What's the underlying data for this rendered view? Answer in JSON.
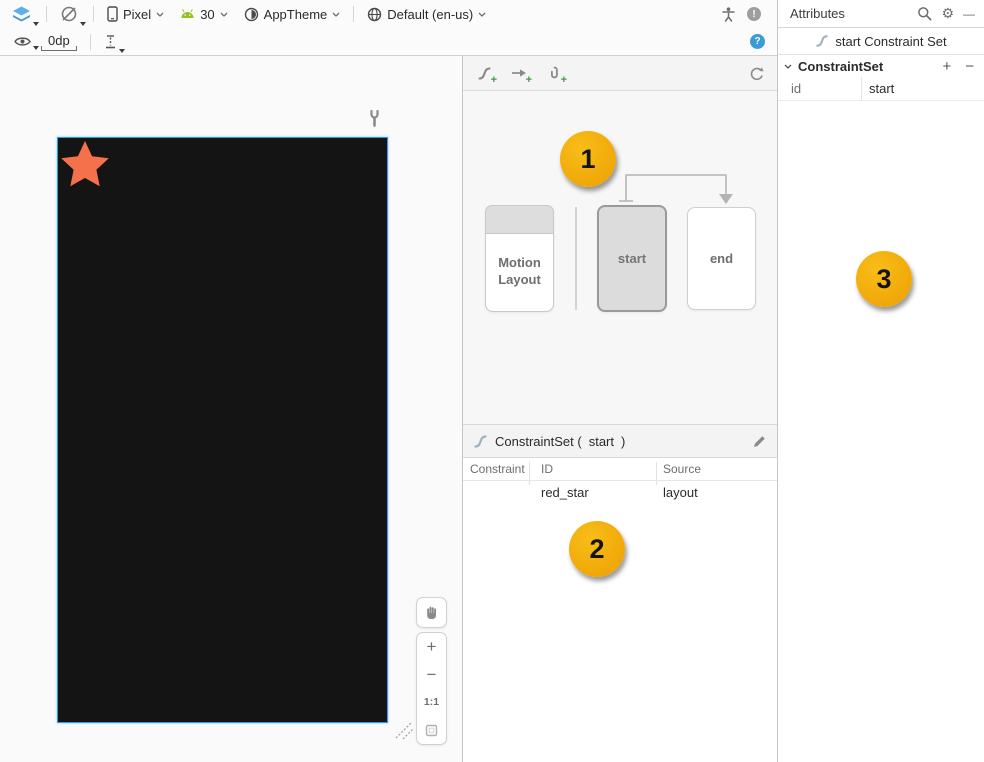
{
  "design_toolbar": {
    "device": "Pixel",
    "api_level": "30",
    "theme": "AppTheme",
    "locale": "Default (en-us)",
    "default_margin": "0dp",
    "issues_count": "!",
    "help_glyph": "?"
  },
  "motion_editor": {
    "overview_cards": {
      "motion_layout": "Motion Layout",
      "start": "start",
      "end": "end"
    },
    "constraint_set_header": {
      "prefix": "ConstraintSet (",
      "selected": "start",
      "suffix": ")"
    },
    "table": {
      "headers": [
        "Constraint",
        "ID",
        "Source"
      ],
      "rows": [
        {
          "constraint": "",
          "id": "red_star",
          "source": "layout"
        }
      ]
    }
  },
  "zoom_controls": {
    "zoom_in": "+",
    "zoom_out": "−",
    "reset": "1:1"
  },
  "attributes_panel": {
    "title": "Attributes",
    "selection": "start Constraint Set",
    "section": "ConstraintSet",
    "add_glyph": "+",
    "remove_glyph": "−",
    "minimize_glyph": "—",
    "gear_glyph": "⚙",
    "properties": [
      {
        "name": "id",
        "value": "start"
      }
    ]
  },
  "badges": {
    "one": "1",
    "two": "2",
    "three": "3"
  },
  "colors": {
    "badge_yellow": "#F2AC0E",
    "star_orange": "#F4714B",
    "selection_blue": "#2E9BF0",
    "android_green": "#97C024",
    "layers_blue": "#4CA6DE",
    "help_blue": "#3A9BD5",
    "canvas_black": "#141414"
  },
  "icons": {
    "layers-icon": "design-surface selector",
    "orientation-icon": "rotate preview",
    "device-icon": "phone outline",
    "android-icon": "api level robot",
    "theme-icon": "half circle",
    "locale-icon": "globe",
    "accessibility-icon": "person",
    "issues-icon": "grey ball !",
    "eye-icon": "view options",
    "inference-icon": "margin ruler",
    "help-icon": "blue ?",
    "wrench-icon": "motion helper",
    "hand-icon": "pan",
    "fit-icon": "zoom to fit",
    "flow-icon": "constraint-set squiggle",
    "cycle-icon": "toggle animation",
    "pencil-icon": "edit",
    "search-icon": "magnifier"
  }
}
